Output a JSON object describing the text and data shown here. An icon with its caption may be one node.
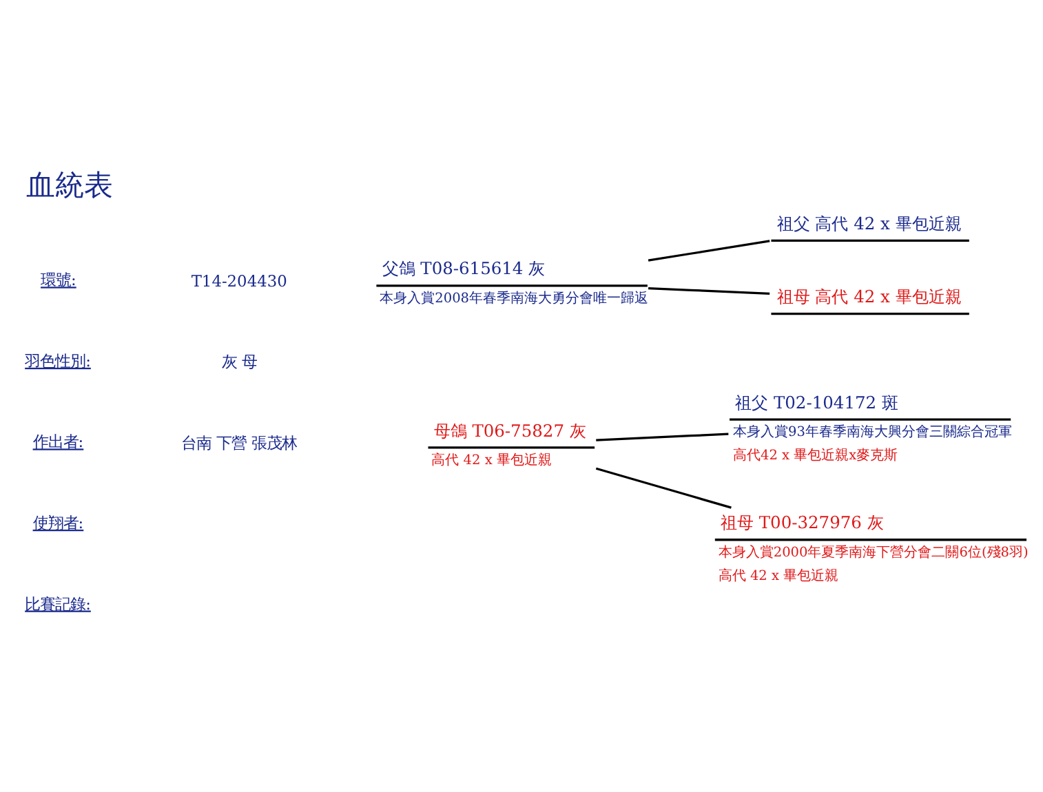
{
  "diagram": {
    "title": "血統表",
    "nodes": [
      {
        "text": [
          "父鴿 T08-615614 灰",
          "本身入賞2008年春季南海大勇分會唯一歸返"
        ]
      },
      {
        "text": [
          "祖父 高代 42 x 畢包近親"
        ]
      },
      {
        "text": [
          "祖母 高代 42 x 畢包近親"
        ]
      },
      {
        "text": [
          "母鴿 T06-75827 灰",
          "高代 42 x 畢包近親"
        ]
      },
      {
        "text": [
          "祖父 T02-104172 斑",
          "本身入賞93年春季南海大興分會三關綜合冠軍",
          "高代42 x 畢包近親x麥克斯"
        ]
      },
      {
        "text": [
          "祖母 T00-327976 灰",
          "本身入賞2000年夏季南海下營分會二關6位(殘8羽)",
          "高代 42 x 畢包近親"
        ]
      }
    ],
    "edges": [
      {
        "from": 0,
        "to": 1,
        "arrow": "none"
      },
      {
        "from": 0,
        "to": 2,
        "arrow": "none"
      },
      {
        "from": 3,
        "to": 4,
        "arrow": "none"
      },
      {
        "from": 3,
        "to": 5,
        "arrow": "none"
      }
    ],
    "labels": [
      "環號:",
      "T14-204430",
      "羽色性別:",
      "灰 母",
      "作出者:",
      "台南 下營 張茂林",
      "使翔者:",
      "比賽記錄:"
    ]
  }
}
